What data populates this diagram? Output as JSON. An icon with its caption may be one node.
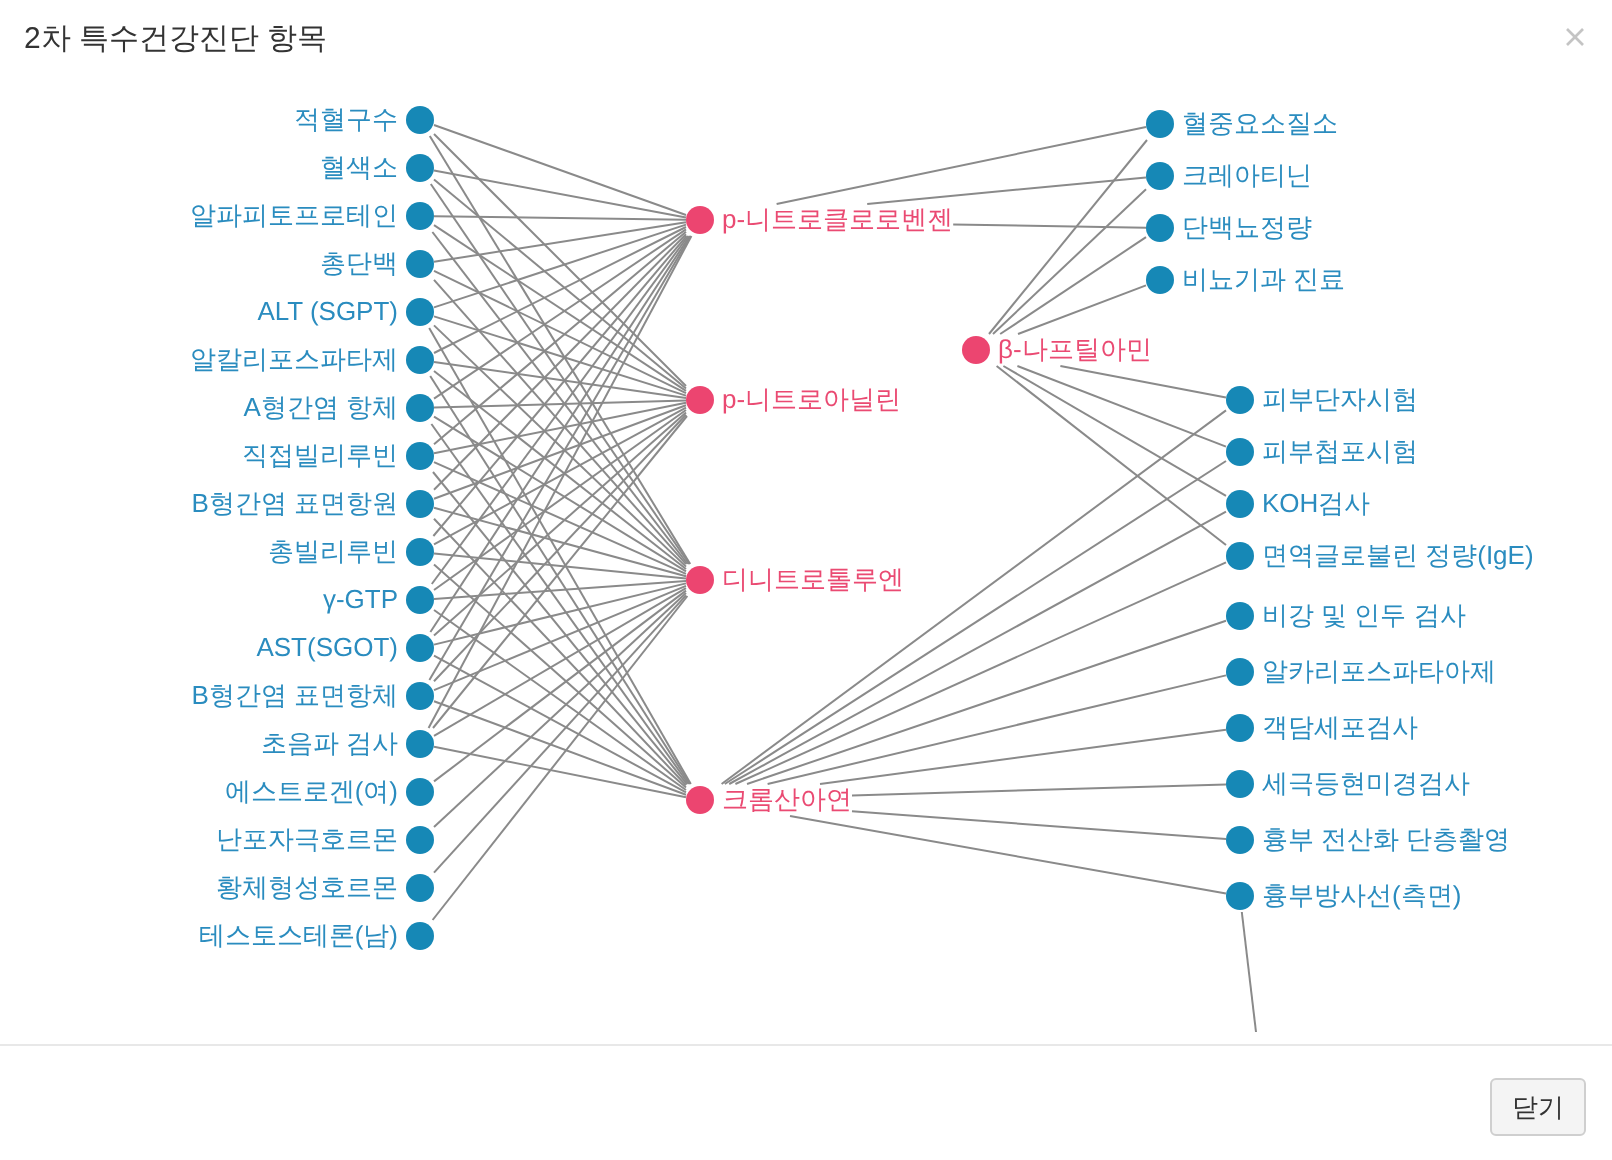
{
  "diagram": {
    "title": "2차 특수건강진단 항목",
    "nodes": [
      {
        "text": [
          "혈중요소질소"
        ]
      },
      {
        "text": [
          "크레아티닌"
        ]
      },
      {
        "text": [
          "비뇨기과 진료"
        ]
      },
      {
        "text": [
          "β-나프틸아민"
        ]
      },
      {
        "text": [
          "단백뇨정량"
        ]
      },
      {
        "text": [
          "p-니트로클로로벤젠"
        ]
      },
      {
        "text": [
          "ALT (SGPT)"
        ]
      },
      {
        "text": [
          "피부단자시험"
        ]
      },
      {
        "text": [
          "면역글로불린 정량(IgE)"
        ]
      },
      {
        "text": [
          "알칼리포스파타제"
        ]
      },
      {
        "text": [
          "적혈구수"
        ]
      },
      {
        "text": [
          "혈색소"
        ]
      },
      {
        "text": [
          "피부첩포시험"
        ]
      },
      {
        "text": [
          "A형간염 항체"
        ]
      },
      {
        "text": [
          "KOH검사"
        ]
      },
      {
        "text": [
          "알파피토프로테인"
        ]
      },
      {
        "text": [
          "직접빌리루빈"
        ]
      },
      {
        "text": [
          "B형간염 표면항원"
        ]
      },
      {
        "text": [
          "p-니트로아닐린"
        ]
      },
      {
        "text": [
          "비강 및 인두 검사"
        ]
      },
      {
        "text": [
          "총단백"
        ]
      },
      {
        "text": [
          "크롬산아연"
        ]
      },
      {
        "text": [
          "총빌리루빈"
        ]
      },
      {
        "text": [
          "γ-GTP"
        ]
      },
      {
        "text": [
          "알카리포스파타아제"
        ]
      },
      {
        "text": [
          "AST(SGOT)"
        ]
      },
      {
        "text": [
          "객담세포검사"
        ]
      },
      {
        "text": [
          "디니트로톨루엔"
        ]
      },
      {
        "text": [
          "B형간염 표면항체"
        ]
      },
      {
        "text": [
          "에스트로겐(여)"
        ]
      },
      {
        "text": [
          "초음파 검사"
        ]
      },
      {
        "text": [
          "세극등현미경검사"
        ]
      },
      {
        "text": [
          "흉부 전산화 단층촬영"
        ]
      },
      {
        "text": [
          "난포자극호르몬"
        ]
      },
      {
        "text": [
          "황체형성호르몬"
        ]
      },
      {
        "text": [
          "테스토스테론(남)"
        ]
      },
      {
        "text": [
          "흉부방사선(측면)"
        ]
      }
    ],
    "edges": [
      {
        "from": 3,
        "to": 0,
        "arrow": "none"
      },
      {
        "from": 3,
        "to": 1,
        "arrow": "none"
      },
      {
        "from": 3,
        "to": 2,
        "arrow": "none"
      },
      {
        "from": 3,
        "to": 4,
        "arrow": "none"
      },
      {
        "from": 3,
        "to": 7,
        "arrow": "none"
      },
      {
        "from": 3,
        "to": 8,
        "arrow": "none"
      },
      {
        "from": 3,
        "to": 12,
        "arrow": "none"
      },
      {
        "from": 3,
        "to": 14,
        "arrow": "none"
      },
      {
        "from": 5,
        "to": 0,
        "arrow": "none"
      },
      {
        "from": 5,
        "to": 1,
        "arrow": "none"
      },
      {
        "from": 5,
        "to": 4,
        "arrow": "none"
      },
      {
        "from": 5,
        "to": 6,
        "arrow": "none"
      },
      {
        "from": 5,
        "to": 9,
        "arrow": "none"
      },
      {
        "from": 5,
        "to": 10,
        "arrow": "none"
      },
      {
        "from": 5,
        "to": 11,
        "arrow": "none"
      },
      {
        "from": 5,
        "to": 13,
        "arrow": "none"
      },
      {
        "from": 5,
        "to": 15,
        "arrow": "none"
      },
      {
        "from": 5,
        "to": 16,
        "arrow": "none"
      },
      {
        "from": 5,
        "to": 17,
        "arrow": "none"
      },
      {
        "from": 5,
        "to": 20,
        "arrow": "none"
      },
      {
        "from": 5,
        "to": 22,
        "arrow": "none"
      },
      {
        "from": 5,
        "to": 23,
        "arrow": "none"
      },
      {
        "from": 5,
        "to": 25,
        "arrow": "none"
      },
      {
        "from": 5,
        "to": 28,
        "arrow": "none"
      },
      {
        "from": 5,
        "to": 30,
        "arrow": "none"
      },
      {
        "from": 18,
        "to": 6,
        "arrow": "none"
      },
      {
        "from": 18,
        "to": 9,
        "arrow": "none"
      },
      {
        "from": 18,
        "to": 10,
        "arrow": "none"
      },
      {
        "from": 18,
        "to": 11,
        "arrow": "none"
      },
      {
        "from": 18,
        "to": 13,
        "arrow": "none"
      },
      {
        "from": 18,
        "to": 15,
        "arrow": "none"
      },
      {
        "from": 18,
        "to": 16,
        "arrow": "none"
      },
      {
        "from": 18,
        "to": 17,
        "arrow": "none"
      },
      {
        "from": 18,
        "to": 20,
        "arrow": "none"
      },
      {
        "from": 18,
        "to": 22,
        "arrow": "none"
      },
      {
        "from": 18,
        "to": 23,
        "arrow": "none"
      },
      {
        "from": 18,
        "to": 25,
        "arrow": "none"
      },
      {
        "from": 18,
        "to": 28,
        "arrow": "none"
      },
      {
        "from": 18,
        "to": 30,
        "arrow": "none"
      },
      {
        "from": 27,
        "to": 6,
        "arrow": "none"
      },
      {
        "from": 27,
        "to": 9,
        "arrow": "none"
      },
      {
        "from": 27,
        "to": 10,
        "arrow": "none"
      },
      {
        "from": 27,
        "to": 11,
        "arrow": "none"
      },
      {
        "from": 27,
        "to": 13,
        "arrow": "none"
      },
      {
        "from": 27,
        "to": 15,
        "arrow": "none"
      },
      {
        "from": 27,
        "to": 16,
        "arrow": "none"
      },
      {
        "from": 27,
        "to": 17,
        "arrow": "none"
      },
      {
        "from": 27,
        "to": 20,
        "arrow": "none"
      },
      {
        "from": 27,
        "to": 22,
        "arrow": "none"
      },
      {
        "from": 27,
        "to": 23,
        "arrow": "none"
      },
      {
        "from": 27,
        "to": 25,
        "arrow": "none"
      },
      {
        "from": 27,
        "to": 28,
        "arrow": "none"
      },
      {
        "from": 27,
        "to": 30,
        "arrow": "none"
      },
      {
        "from": 27,
        "to": 29,
        "arrow": "none"
      },
      {
        "from": 27,
        "to": 33,
        "arrow": "none"
      },
      {
        "from": 27,
        "to": 34,
        "arrow": "none"
      },
      {
        "from": 27,
        "to": 35,
        "arrow": "none"
      },
      {
        "from": 21,
        "to": 7,
        "arrow": "none"
      },
      {
        "from": 21,
        "to": 8,
        "arrow": "none"
      },
      {
        "from": 21,
        "to": 12,
        "arrow": "none"
      },
      {
        "from": 21,
        "to": 14,
        "arrow": "none"
      },
      {
        "from": 21,
        "to": 19,
        "arrow": "none"
      },
      {
        "from": 21,
        "to": 24,
        "arrow": "none"
      },
      {
        "from": 21,
        "to": 26,
        "arrow": "none"
      },
      {
        "from": 21,
        "to": 31,
        "arrow": "none"
      },
      {
        "from": 21,
        "to": 32,
        "arrow": "none"
      },
      {
        "from": 21,
        "to": 36,
        "arrow": "none"
      },
      {
        "from": 21,
        "to": 6,
        "arrow": "none"
      },
      {
        "from": 21,
        "to": 9,
        "arrow": "none"
      },
      {
        "from": 21,
        "to": 13,
        "arrow": "none"
      },
      {
        "from": 21,
        "to": 16,
        "arrow": "none"
      },
      {
        "from": 21,
        "to": 17,
        "arrow": "none"
      },
      {
        "from": 21,
        "to": 22,
        "arrow": "none"
      },
      {
        "from": 21,
        "to": 23,
        "arrow": "none"
      },
      {
        "from": 21,
        "to": 25,
        "arrow": "none"
      },
      {
        "from": 21,
        "to": 28,
        "arrow": "none"
      },
      {
        "from": 21,
        "to": 30,
        "arrow": "none"
      },
      {
        "from": 36,
        "to": null,
        "arrow": "none"
      }
    ],
    "labels": [
      "닫기"
    ]
  }
}
